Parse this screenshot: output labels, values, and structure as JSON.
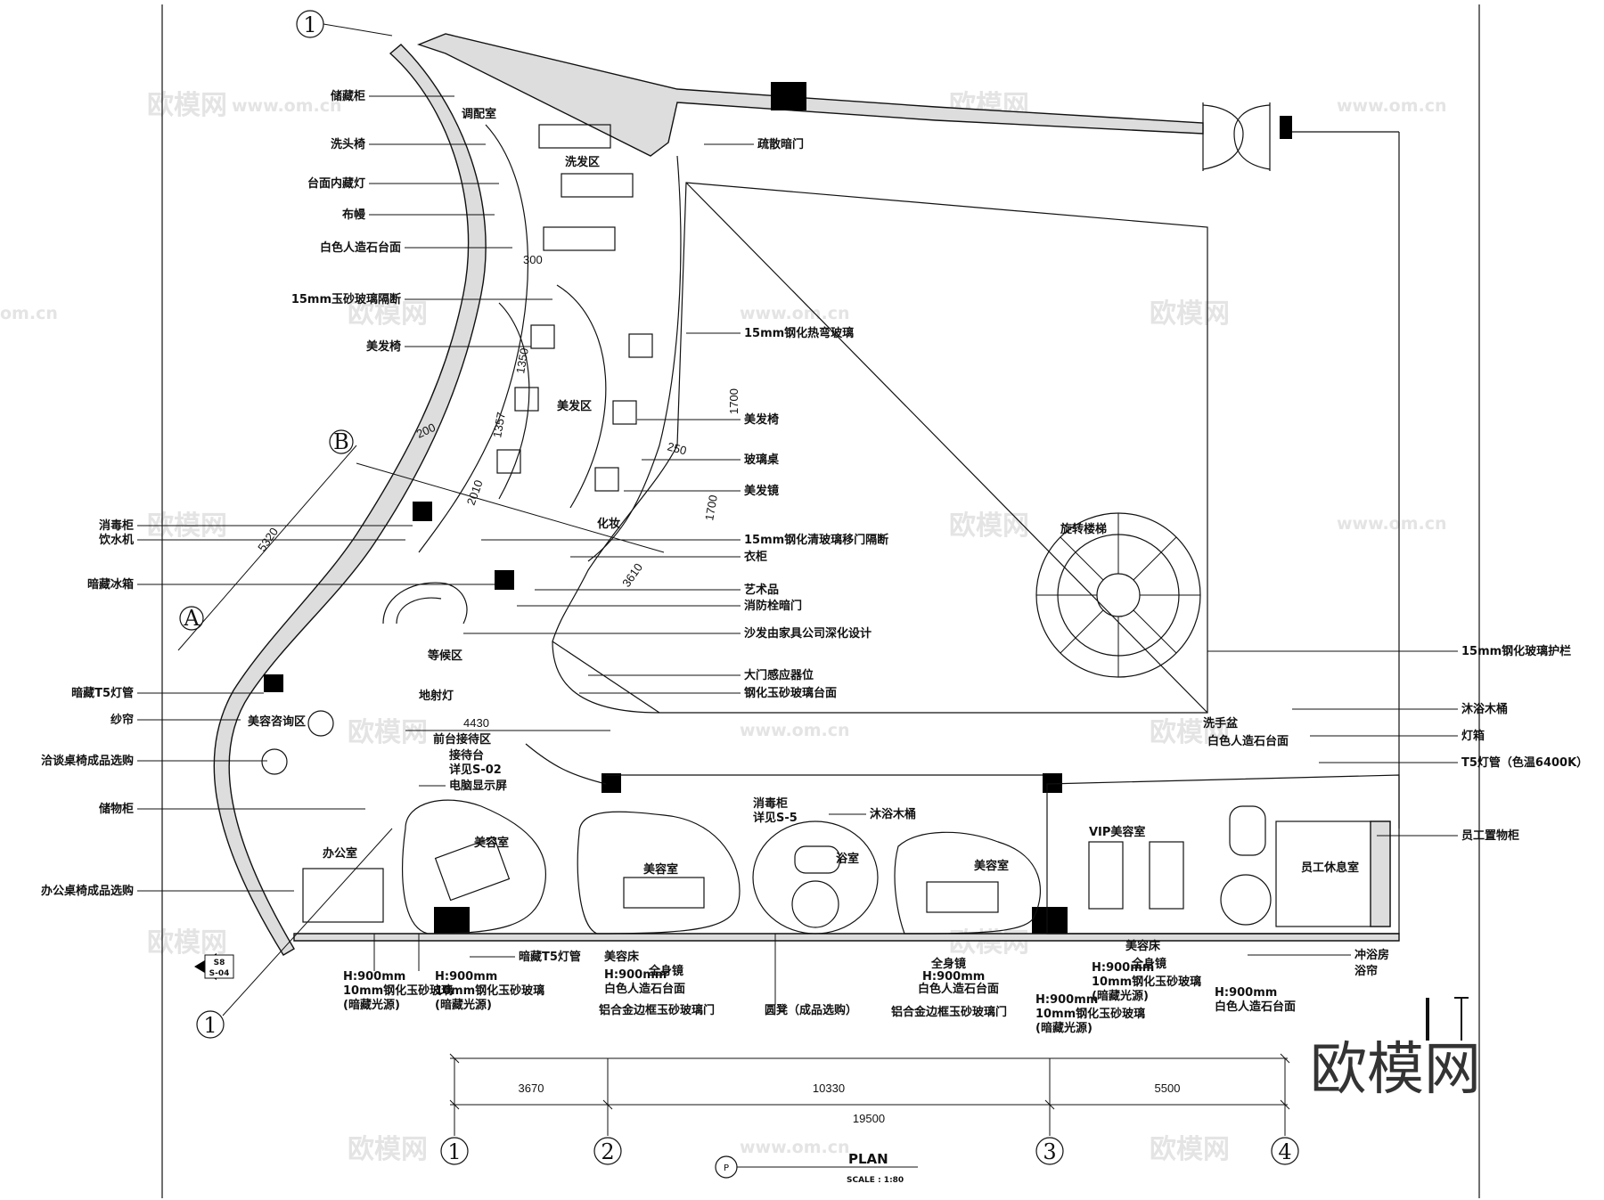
{
  "diagram": {
    "title": "PLAN",
    "scale": "SCALE :  1:80",
    "plan_marker": "P",
    "brand_watermark": "欧模网",
    "watermark_cn": "欧模网",
    "watermark_url": "www.om.cn",
    "watermark_url_short": "om.cn",
    "grid_bubbles": [
      "1",
      "2",
      "3",
      "4"
    ],
    "section_marks": [
      "A",
      "B",
      "1",
      "1"
    ],
    "section_tag": {
      "top": "S8",
      "bottom": "S-04"
    },
    "dimensions": {
      "bottom_segments": [
        "3670",
        "10330",
        "5500"
      ],
      "bottom_total": "19500",
      "misc": [
        "300",
        "1350",
        "1357",
        "1700",
        "250",
        "1700",
        "200",
        "2010",
        "5320",
        "3610",
        "4430"
      ]
    },
    "rooms": [
      "调配室",
      "洗发区",
      "美发区",
      "化妆",
      "等候区",
      "美容咨询区",
      "前台接待区",
      "办公室",
      "美容室",
      "美容室",
      "浴室",
      "美容室",
      "VIP美容室",
      "员工休息室",
      "旋转楼梯"
    ],
    "labels_left": [
      "储藏柜",
      "洗头椅",
      "台面内藏灯",
      "布幔",
      "白色人造石台面",
      "15mm玉砂玻璃隔断",
      "美发椅",
      "消毒柜",
      "饮水机",
      "暗藏冰箱",
      "暗藏T5灯管",
      "纱帘",
      "洽谈桌椅成品选购",
      "储物柜",
      "办公桌椅成品选购"
    ],
    "labels_center": [
      "疏散暗门",
      "15mm钢化热弯玻璃",
      "美发椅",
      "玻璃桌",
      "美发镜",
      "15mm钢化清玻璃移门隔断",
      "衣柜",
      "艺术品",
      "消防栓暗门",
      "沙发由家具公司深化设计",
      "大门感应器位",
      "钢化玉砂玻璃台面",
      "地射灯",
      "接待台",
      "详见S-02",
      "电脑显示屏"
    ],
    "labels_right": [
      "15mm钢化玻璃护栏",
      "洗手盆",
      "白色人造石台面",
      "沐浴木桶",
      "灯箱",
      "T5灯管（色温6400K）",
      "员工置物柜",
      "消毒柜",
      "详见S-5",
      "沐浴木桶"
    ],
    "labels_bottom": [
      "暗藏T5灯管",
      "美容床",
      "全身镜",
      "白色人造石台面",
      "铝合金边框玉砂玻璃门",
      "圆凳（成品选购）",
      "全身镜",
      "白色人造石台面",
      "铝合金边框玉砂玻璃门",
      "美容床",
      "全身镜",
      "冲浴房",
      "浴帘",
      "白色人造石台面"
    ],
    "notes_h900": [
      "H:900mm",
      "10mm钢化玉砂玻璃",
      "(暗藏光源)"
    ]
  }
}
